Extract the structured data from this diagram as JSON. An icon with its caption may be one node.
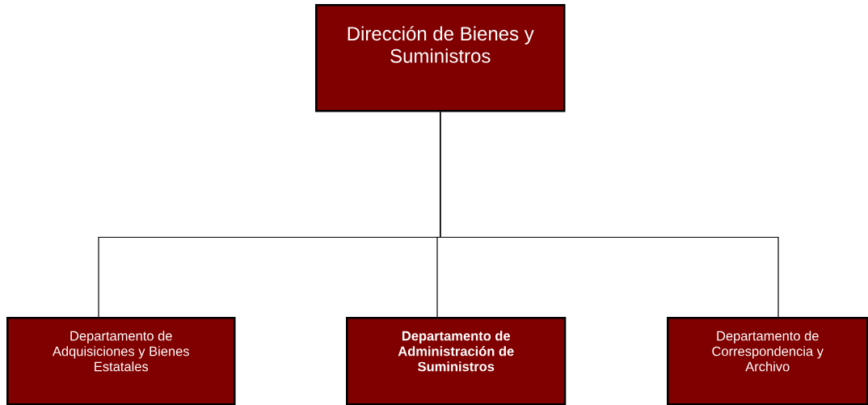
{
  "diagram": {
    "nodes": [
      {
        "text": [
          "Dirección de Bienes y Suministros"
        ]
      },
      {
        "text": [
          "Departamento de Adquisiciones y Bienes Estatales"
        ]
      },
      {
        "text": [
          "Departamento de Administración de Suministros"
        ]
      },
      {
        "text": [
          "Departamento de Correspondencia y Archivo"
        ]
      }
    ],
    "edges": [
      {
        "from": 0,
        "to": 1,
        "arrow": "none"
      },
      {
        "from": 0,
        "to": 2,
        "arrow": "none"
      },
      {
        "from": 0,
        "to": 3,
        "arrow": "none"
      }
    ]
  }
}
